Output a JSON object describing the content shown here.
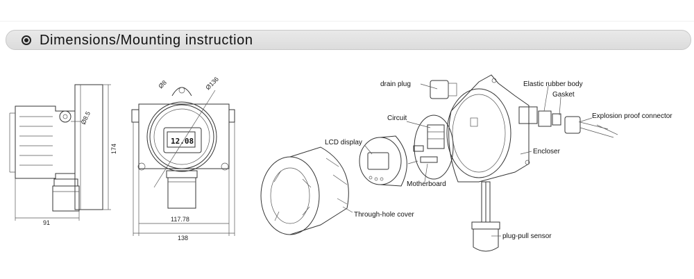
{
  "header": {
    "title": "Dimensions/Mounting instruction",
    "icon": "bullseye-icon"
  },
  "dimensions": {
    "side_height": "174",
    "side_width": "91",
    "side_hole": "Ø8.5",
    "front_hole": "Ø8",
    "front_diameter": "Ø136",
    "front_inner_width": "117.78",
    "front_total_width": "138",
    "display_value": "12.08"
  },
  "labels": {
    "drain_plug": "drain plug",
    "elastic_rubber_body": "Elastic rubber body",
    "gasket": "Gasket",
    "explosion_proof_connector": "Explosion proof connector",
    "circuit": "Circuit",
    "lcd_display": "LCD display",
    "encloser": "Encloser",
    "motherboard": "Motherboard",
    "through_hole_cover": "Through-hole cover",
    "plug_pull_sensor": "plug-pull sensor"
  }
}
